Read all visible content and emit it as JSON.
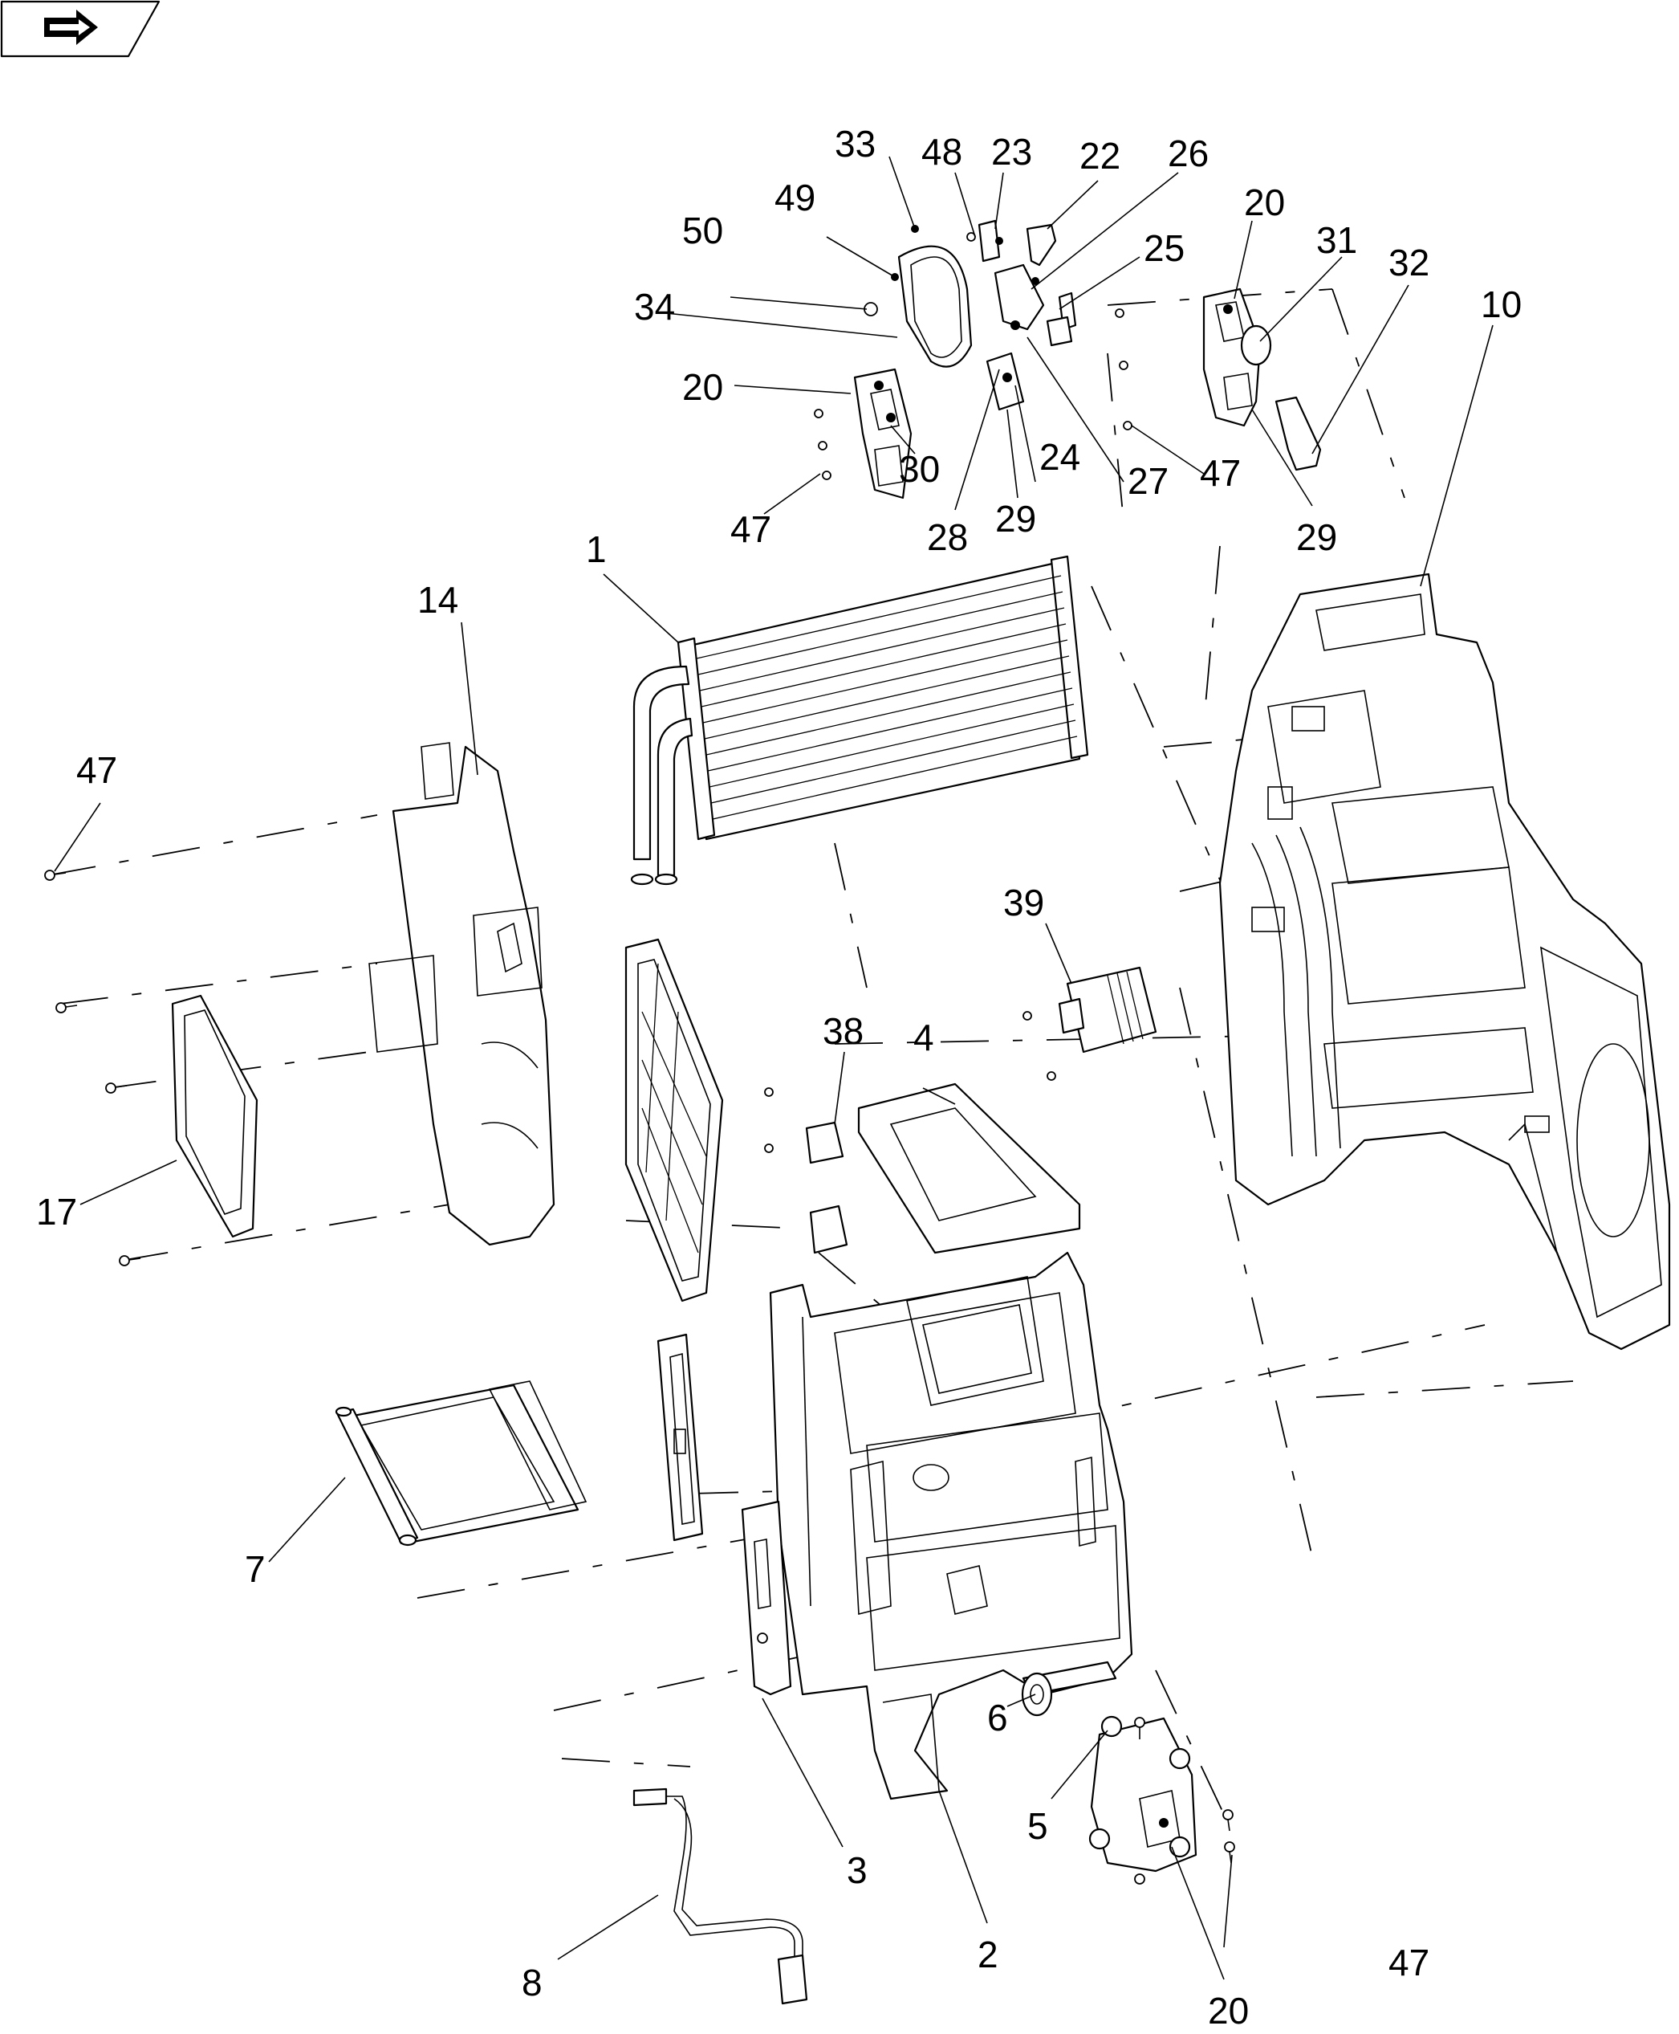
{
  "diagram": {
    "callouts": [
      {
        "id": "c1",
        "label": "1"
      },
      {
        "id": "c2",
        "label": "2"
      },
      {
        "id": "c3",
        "label": "3"
      },
      {
        "id": "c4",
        "label": "4"
      },
      {
        "id": "c5",
        "label": "5"
      },
      {
        "id": "c6",
        "label": "6"
      },
      {
        "id": "c7",
        "label": "7"
      },
      {
        "id": "c8",
        "label": "8"
      },
      {
        "id": "c10",
        "label": "10"
      },
      {
        "id": "c14",
        "label": "14"
      },
      {
        "id": "c17",
        "label": "17"
      },
      {
        "id": "c20a",
        "label": "20"
      },
      {
        "id": "c20b",
        "label": "20"
      },
      {
        "id": "c20c",
        "label": "20"
      },
      {
        "id": "c22",
        "label": "22"
      },
      {
        "id": "c23",
        "label": "23"
      },
      {
        "id": "c24",
        "label": "24"
      },
      {
        "id": "c25",
        "label": "25"
      },
      {
        "id": "c26",
        "label": "26"
      },
      {
        "id": "c27",
        "label": "27"
      },
      {
        "id": "c28",
        "label": "28"
      },
      {
        "id": "c29a",
        "label": "29"
      },
      {
        "id": "c29b",
        "label": "29"
      },
      {
        "id": "c30",
        "label": "30"
      },
      {
        "id": "c31",
        "label": "31"
      },
      {
        "id": "c32",
        "label": "32"
      },
      {
        "id": "c33",
        "label": "33"
      },
      {
        "id": "c34",
        "label": "34"
      },
      {
        "id": "c38",
        "label": "38"
      },
      {
        "id": "c39",
        "label": "39"
      },
      {
        "id": "c47a",
        "label": "47"
      },
      {
        "id": "c47b",
        "label": "47"
      },
      {
        "id": "c47c",
        "label": "47"
      },
      {
        "id": "c47d",
        "label": "47"
      },
      {
        "id": "c48",
        "label": "48"
      },
      {
        "id": "c49",
        "label": "49"
      },
      {
        "id": "c50",
        "label": "50"
      }
    ]
  },
  "nav": {
    "icon": "next-page-arrow-icon"
  },
  "colors": {
    "line": "#000000",
    "background": "#ffffff"
  }
}
